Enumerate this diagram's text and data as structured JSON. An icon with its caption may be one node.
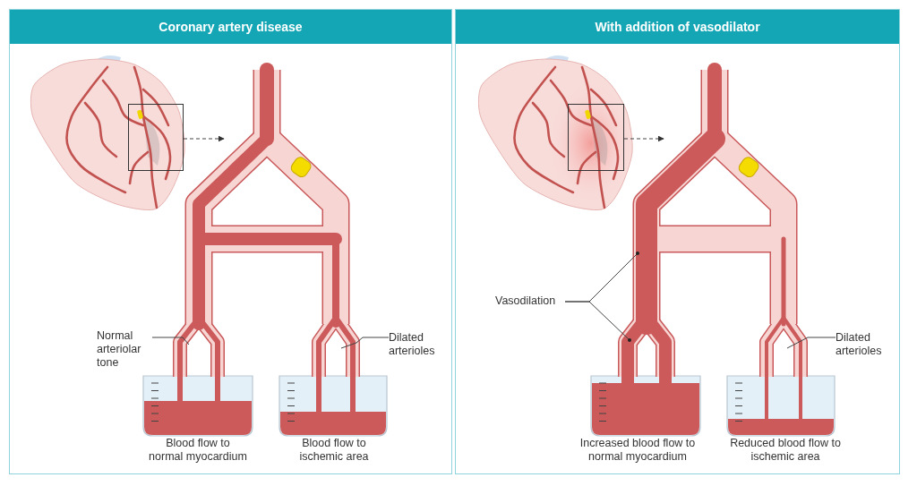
{
  "diagram": {
    "nodes": [
      {
        "text": [
          "Coronary artery disease"
        ]
      },
      {
        "text": [],
        "shape": "box",
        "in": 0
      },
      {
        "text": [
          "Normal arteriolar tone"
        ],
        "in": 0
      },
      {
        "text": [
          "Dilated arterioles"
        ],
        "in": 0
      },
      {
        "text": [
          "With addition of vasodilator"
        ]
      },
      {
        "text": [],
        "shape": "box",
        "in": 4
      },
      {
        "text": [
          "Vasodilation"
        ],
        "in": 4
      },
      {
        "text": [
          "Dilated arterioles"
        ],
        "in": 4
      }
    ],
    "edges": [
      {
        "from": 1,
        "to": null,
        "arrow": "to",
        "style": "dashed"
      },
      {
        "from": 2,
        "to": null,
        "arrow": "none"
      },
      {
        "from": 3,
        "to": null,
        "arrow": "none"
      },
      {
        "from": 5,
        "to": null,
        "arrow": "to",
        "style": "dashed"
      },
      {
        "from": 6,
        "to": null,
        "arrow": "other"
      },
      {
        "from": 6,
        "to": null,
        "arrow": "other"
      },
      {
        "from": 7,
        "to": null,
        "arrow": "none"
      }
    ],
    "labels": [
      "Blood flow to normal myocardium",
      "Blood flow to ischemic area",
      "Increased blood flow to normal myocardium",
      "Reduced blood flow to ischemic area"
    ]
  }
}
